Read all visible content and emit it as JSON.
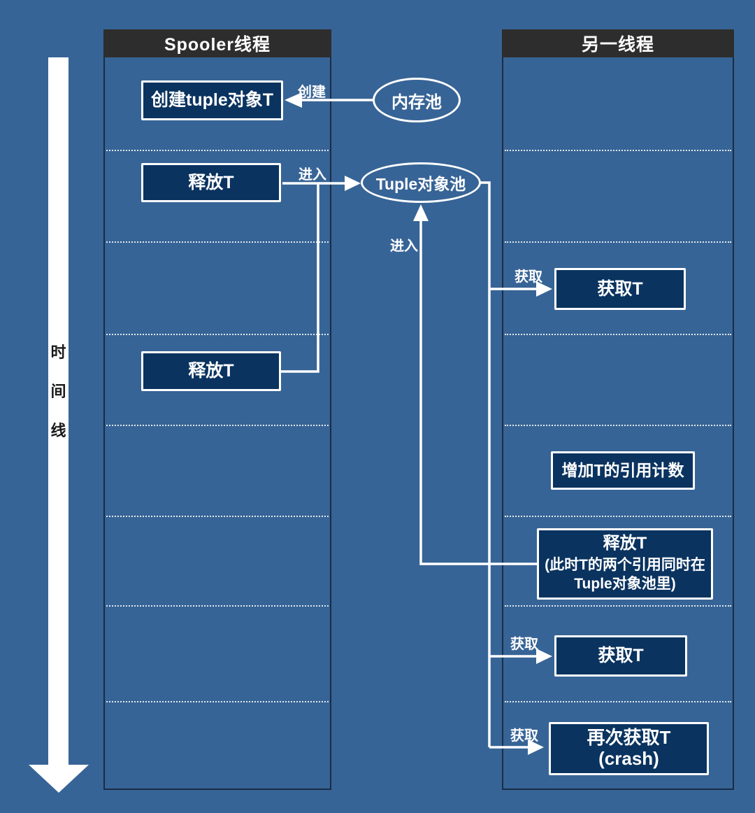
{
  "colors": {
    "background": "#376496",
    "node_fill": "#0a335f",
    "node_border": "#ffffff",
    "header_bg": "#2d2d2d",
    "header_text": "#ffffff",
    "column_border": "#1a2c46",
    "timeline_bar": "#ffffff",
    "timeline_text": "#1a1a1a",
    "connector": "#ffffff"
  },
  "timeline": {
    "char1": "时",
    "char2": "间",
    "char3": "线"
  },
  "columns": {
    "spooler": {
      "title": "Spooler线程"
    },
    "other": {
      "title": "另一线程"
    }
  },
  "nodes": {
    "create_tuple": {
      "label": "创建tuple对象T"
    },
    "release_t_first": {
      "label": "释放T"
    },
    "release_t_second": {
      "label": "释放T"
    },
    "memory_pool": {
      "label": "内存池"
    },
    "tuple_pool": {
      "label": "Tuple对象池"
    },
    "acquire_t_first": {
      "label": "获取T"
    },
    "increase_refcount": {
      "label": "增加T的引用计数"
    },
    "release_t_other": {
      "title": "释放T",
      "note_line1": "(此时T的两个引用同时在",
      "note_line2": "Tuple对象池里)"
    },
    "acquire_t_second": {
      "label": "获取T"
    },
    "acquire_t_again": {
      "label": "再次获取T",
      "sublabel": "(crash)"
    }
  },
  "edge_labels": {
    "create": "创建",
    "enter_from_spooler": "进入",
    "enter_from_other": "进入",
    "acquire_first": "获取",
    "acquire_second": "获取",
    "acquire_third": "获取"
  }
}
